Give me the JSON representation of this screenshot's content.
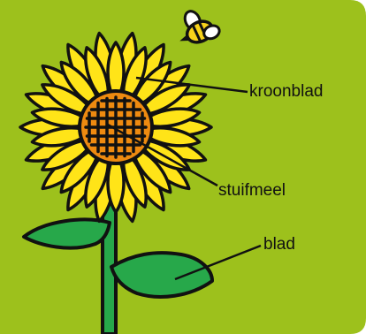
{
  "labels": {
    "petal": "kroonblad",
    "pollen": "stuifmeel",
    "leaf": "blad"
  },
  "colors": {
    "background": "#9dc11c",
    "petal_fill": "#ffe418",
    "outline": "#111111",
    "center_fill": "#ee8a10",
    "leaf_fill": "#27a84a",
    "stem_fill": "#27a84a",
    "bee_body": "#f7d21a",
    "bee_wing": "#ffffff"
  },
  "icons": {
    "bee": "bee-icon"
  }
}
